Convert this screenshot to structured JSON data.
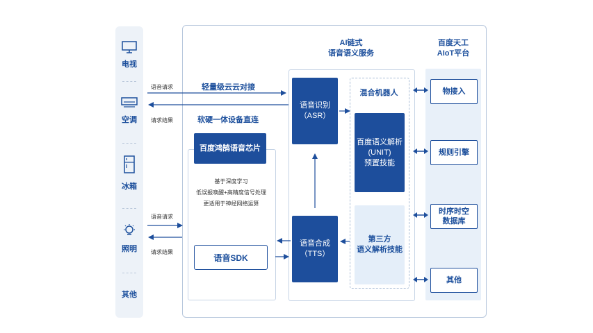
{
  "devices": [
    {
      "label": "电视",
      "icon": "tv-icon"
    },
    {
      "label": "空调",
      "icon": "air-conditioner-icon"
    },
    {
      "label": "冰箱",
      "icon": "fridge-icon"
    },
    {
      "label": "照明",
      "icon": "lightbulb-icon"
    },
    {
      "label": "其他",
      "icon": ""
    }
  ],
  "arrows": {
    "top_request": "语音请求",
    "top_result": "请求结果",
    "bottom_request": "语音请求",
    "bottom_result": "请求结果"
  },
  "links": {
    "cloud": "轻量级云云对接",
    "hardware": "软硬一体设备直连"
  },
  "chip": {
    "title": "百度鸿鹄语音芯片",
    "features": [
      "基于深度学习",
      "低误报唤醒+高精度信号处理",
      "更适用于神经网络运算"
    ]
  },
  "sdk": {
    "label": "语音SDK"
  },
  "ai_service": {
    "title": "AI链式\n语音语义服务",
    "asr": "语音识别\n（ASR）",
    "tts": "语音合成\n（TTS）",
    "robot_title": "混合机器人",
    "unit": "百度语义解析\n(UNIT)\n预置技能",
    "third_party": "第三方\n语义解析技能"
  },
  "aiot": {
    "title": "百度天工\nAIoT平台",
    "items": [
      "物接入",
      "规则引擎",
      "时序时空\n数据库",
      "其他"
    ]
  },
  "colors": {
    "primary": "#1d4e9c",
    "light": "#e4eef9",
    "panel": "#edf2f8"
  }
}
